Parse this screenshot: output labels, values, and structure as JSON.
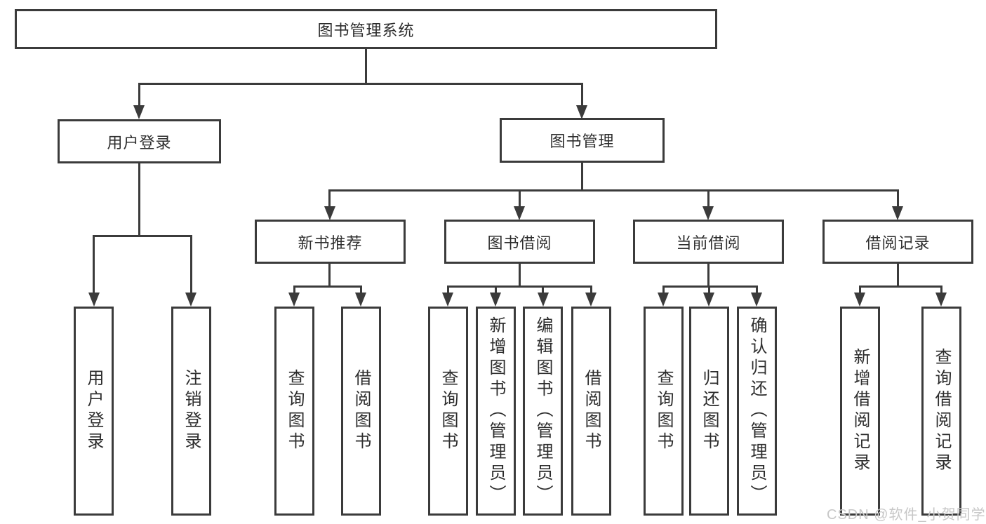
{
  "tree": {
    "label": "图书管理系统",
    "children": [
      {
        "label": "用户登录",
        "children": [
          {
            "label": "用户登录"
          },
          {
            "label": "注销登录"
          }
        ]
      },
      {
        "label": "图书管理",
        "children": [
          {
            "label": "新书推荐",
            "children": [
              {
                "label": "查询图书"
              },
              {
                "label": "借阅图书"
              }
            ]
          },
          {
            "label": "图书借阅",
            "children": [
              {
                "label": "查询图书"
              },
              {
                "label": "新增图书（管理员）"
              },
              {
                "label": "编辑图书（管理员）"
              },
              {
                "label": "借阅图书"
              }
            ]
          },
          {
            "label": "当前借阅",
            "children": [
              {
                "label": "查询图书"
              },
              {
                "label": "归还图书"
              },
              {
                "label": "确认归还（管理员）"
              }
            ]
          },
          {
            "label": "借阅记录",
            "children": [
              {
                "label": "新增借阅记录"
              },
              {
                "label": "查询借阅记录"
              }
            ]
          }
        ]
      }
    ]
  },
  "watermark": "CSDN @软件_小贺同学",
  "colors": {
    "line": "#3b3b3b",
    "text": "#2d2d2d",
    "watermark": "#c7c7c7",
    "background": "#ffffff"
  }
}
